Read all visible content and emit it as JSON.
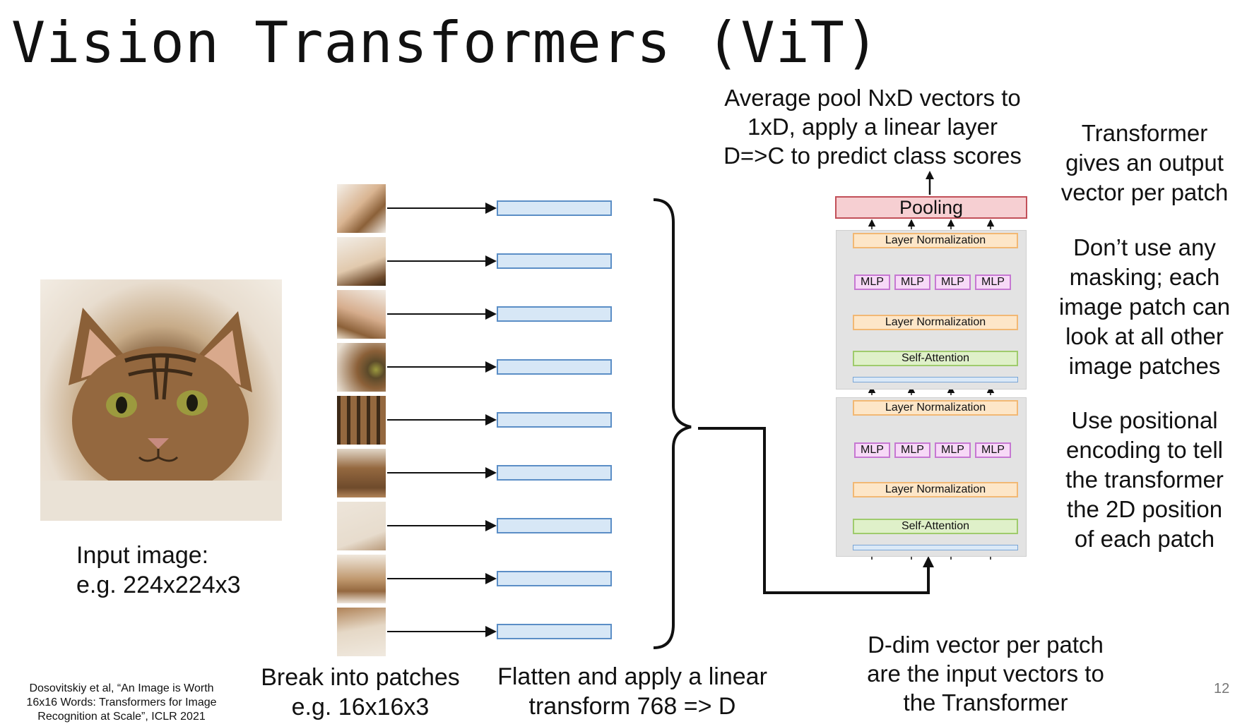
{
  "title": "Vision Transformers (ViT)",
  "input_caption": [
    "Input image:",
    "e.g. 224x224x3"
  ],
  "patches_caption": [
    "Break into patches",
    "e.g. 16x16x3"
  ],
  "flatten_caption": [
    "Flatten and apply a linear",
    "transform 768 => D"
  ],
  "dvec_caption": [
    "D-dim vector per patch",
    "are the input vectors to",
    "the Transformer"
  ],
  "pool_caption": [
    "Average pool NxD vectors to",
    "1xD, apply a linear layer",
    "D=>C to predict class scores"
  ],
  "right_notes": {
    "note1": [
      "Transformer",
      "gives an output",
      "vector per patch"
    ],
    "note2": [
      "Don’t use any",
      "masking; each",
      "image patch can",
      "look at all other",
      "image patches"
    ],
    "note3": [
      "Use positional",
      "encoding to tell",
      "the transformer",
      "the 2D position",
      "of each patch"
    ]
  },
  "citation": [
    "Dosovitskiy et al, “An Image is Worth",
    "16x16 Words: Transformers for Image",
    "Recognition at Scale”, ICLR 2021"
  ],
  "page_number": "12",
  "diagram": {
    "pooling_label": "Pooling",
    "layer_norm_label": "Layer Normalization",
    "self_attention_label": "Self-Attention",
    "mlp_label": "MLP"
  },
  "colors": {
    "vector_fill": "#d7e7f6",
    "vector_border": "#5b8ec6",
    "pooling_fill": "#f6cfd2",
    "layer_norm_fill": "#fde6c8",
    "self_attention_fill": "#dff0c9",
    "mlp_fill": "#f7d9f7"
  }
}
